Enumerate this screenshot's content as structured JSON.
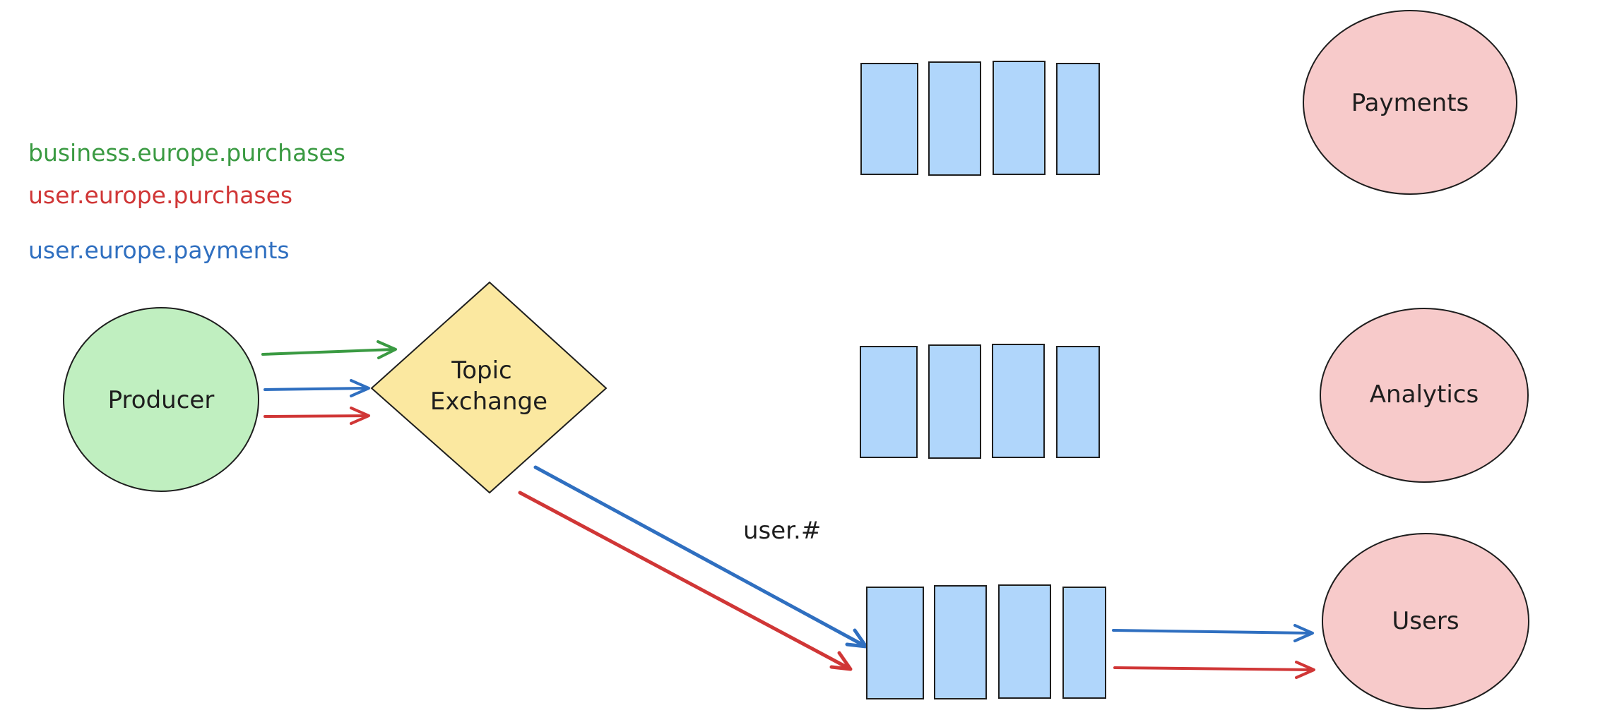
{
  "colors": {
    "green": "#3a9a42",
    "red": "#d03636",
    "blue": "#2f6fc0",
    "producer_fill": "#c0efc0",
    "exchange_fill": "#fbe8a0",
    "queue_fill": "#b0d6fb",
    "consumer_fill": "#f7caca",
    "stroke": "#1e1e1e"
  },
  "routing_keys": [
    {
      "text": "business.europe.purchases",
      "color": "green"
    },
    {
      "text": "user.europe.purchases",
      "color": "red"
    },
    {
      "text": "user.europe.payments",
      "color": "blue"
    }
  ],
  "producer": {
    "label": "Producer"
  },
  "exchange": {
    "line1": "Topic",
    "line2": "Exchange"
  },
  "binding_label": "user.#",
  "consumers": {
    "payments": "Payments",
    "analytics": "Analytics",
    "users": "Users"
  }
}
